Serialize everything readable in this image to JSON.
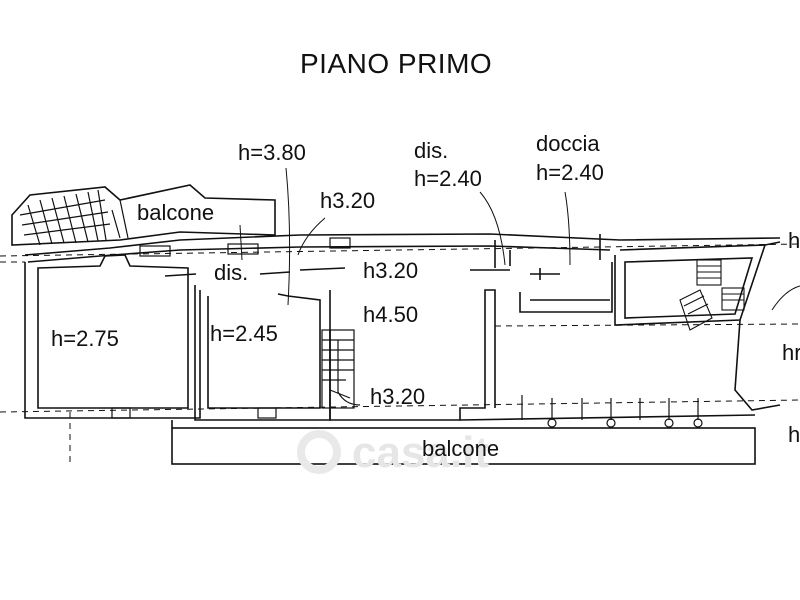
{
  "title": "PIANO PRIMO",
  "watermark": "casa.it",
  "labels": {
    "balcone_top": "balcone",
    "balcone_bottom": "balcone",
    "dis_left": "dis.",
    "dis_right": "dis.",
    "doccia": "doccia",
    "h_doccia": "h=2.40",
    "h_dis_right": "h=2.40",
    "h_380": "h=3.80",
    "h320_upper": "h3.20",
    "h320_corridor": "h3.20",
    "h320_stairs": "h3.20",
    "h450": "h4.50",
    "h275": "h=2.75",
    "h245": "h=2.45",
    "edge_top": "h",
    "edge_mid": "hr",
    "edge_bottom": "h"
  }
}
